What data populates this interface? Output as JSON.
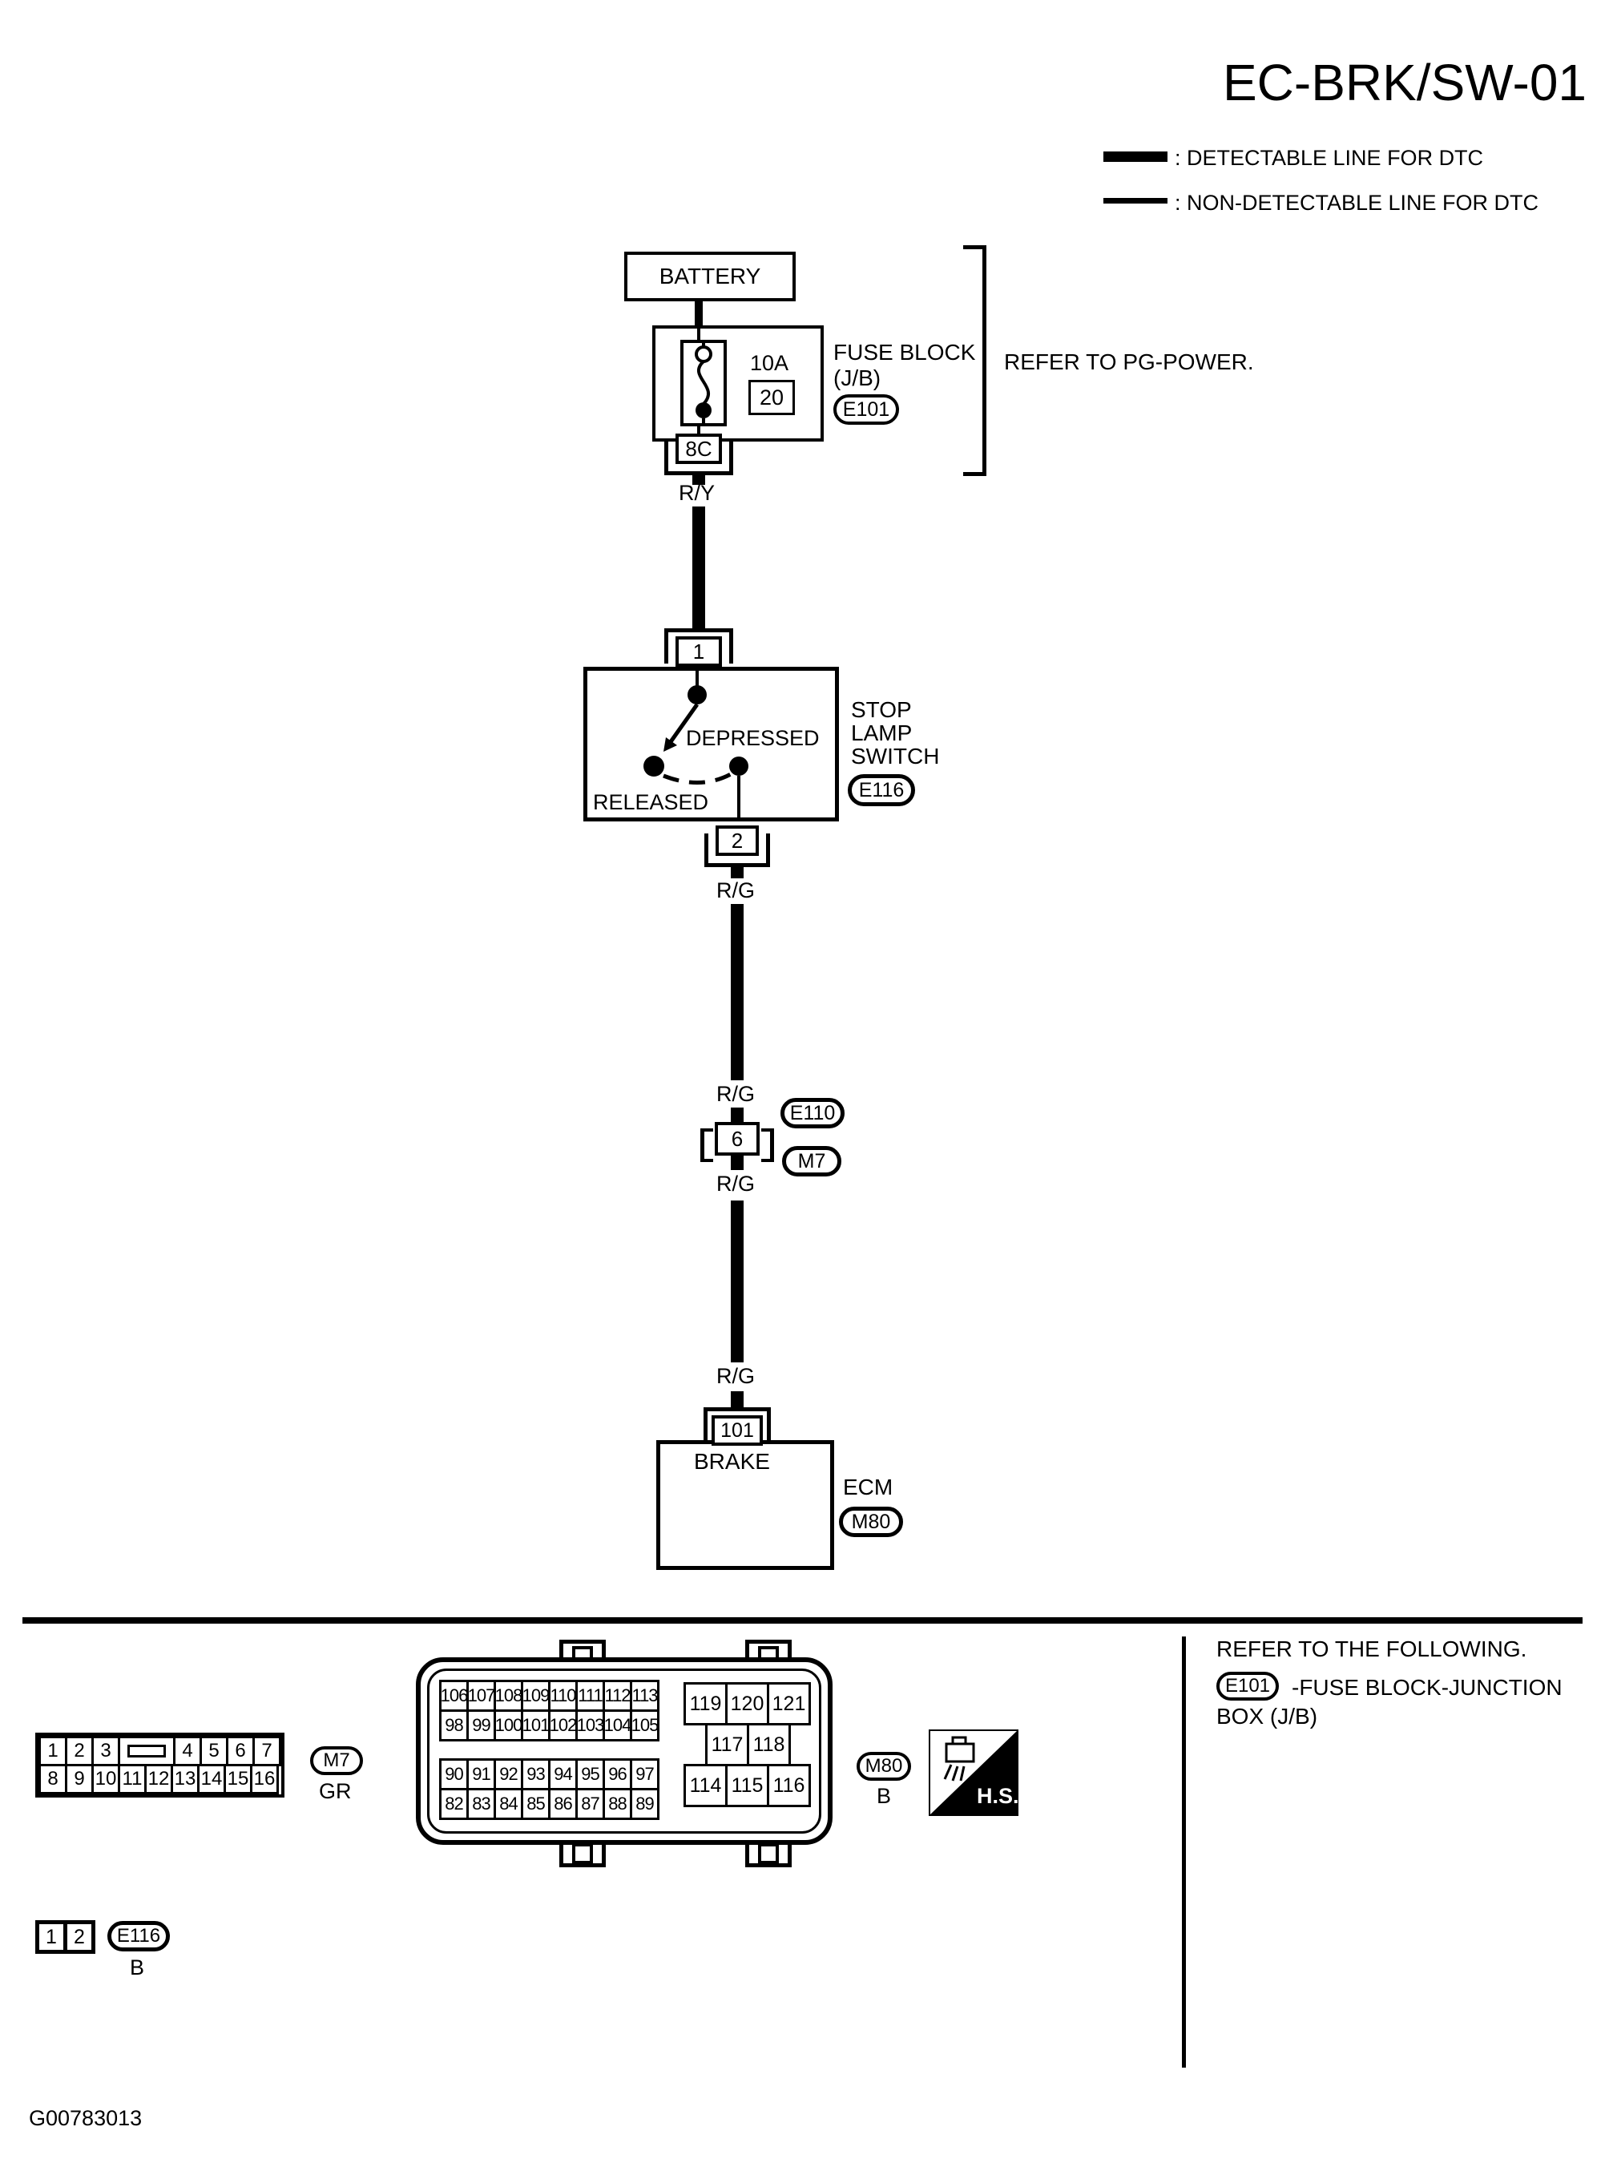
{
  "page": {
    "title": "EC-BRK/SW-01",
    "doc_id": "G00783013"
  },
  "legend": {
    "detectable": ": DETECTABLE LINE FOR DTC",
    "non_detectable": ": NON-DETECTABLE LINE FOR DTC"
  },
  "circuit": {
    "battery_label": "BATTERY",
    "fuse_rating": "10A",
    "fuse_number": "20",
    "fuse_block_line1": "FUSE BLOCK",
    "fuse_block_line2": "(J/B)",
    "fuse_block_connector": "E101",
    "fuse_terminal": "8C",
    "power_note": "REFER TO PG-POWER.",
    "wire_battery": "R/Y",
    "switch_pin_in": "1",
    "switch_state_depressed": "DEPRESSED",
    "switch_state_released": "RELEASED",
    "switch_name_line1": "STOP",
    "switch_name_line2": "LAMP",
    "switch_name_line3": "SWITCH",
    "switch_connector": "E116",
    "switch_pin_out": "2",
    "wire_rg_1": "R/G",
    "wire_rg_2": "R/G",
    "joint_connector_top": "E110",
    "joint_pin": "6",
    "joint_connector_bottom": "M7",
    "wire_rg_3": "R/G",
    "wire_rg_4": "R/G",
    "ecm_pin": "101",
    "ecm_signal": "BRAKE",
    "ecm_name": "ECM",
    "ecm_connector": "M80"
  },
  "footer": {
    "refer_line1": "REFER TO THE FOLLOWING.",
    "refer_connector": "E101",
    "refer_line2": "-FUSE BLOCK-JUNCTION",
    "refer_line3": "BOX (J/B)",
    "hs_label": "H.S.",
    "m7": {
      "label": "M7",
      "color": "GR",
      "row1": [
        "1",
        "2",
        "3",
        "SLOT",
        "4",
        "5",
        "6",
        "7"
      ],
      "row2": [
        "8",
        "9",
        "10",
        "11",
        "12",
        "13",
        "14",
        "15",
        "16"
      ]
    },
    "m80": {
      "label": "M80",
      "color": "B",
      "left_top_rows": [
        [
          "106",
          "107",
          "108",
          "109",
          "110",
          "111",
          "112",
          "113"
        ],
        [
          "98",
          "99",
          "100",
          "101",
          "102",
          "103",
          "104",
          "105"
        ]
      ],
      "left_bottom_rows": [
        [
          "90",
          "91",
          "92",
          "93",
          "94",
          "95",
          "96",
          "97"
        ],
        [
          "82",
          "83",
          "84",
          "85",
          "86",
          "87",
          "88",
          "89"
        ]
      ],
      "right_rows": [
        [
          "119",
          "120",
          "121"
        ],
        [
          "117",
          "118"
        ],
        [
          "114",
          "115",
          "116"
        ]
      ]
    },
    "e116": {
      "label": "E116",
      "color": "B",
      "pins": [
        "1",
        "2"
      ]
    }
  }
}
